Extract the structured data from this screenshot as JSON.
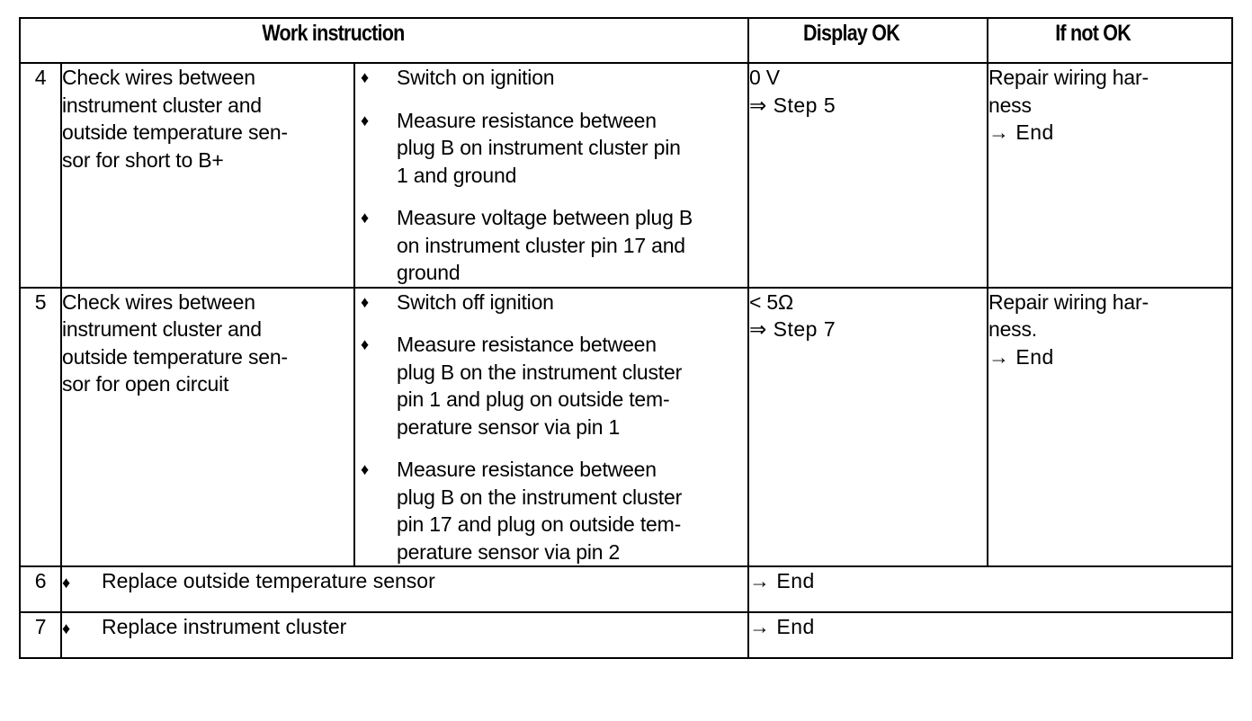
{
  "table": {
    "header": {
      "work_instruction": "Work instruction",
      "display_ok": "Display OK",
      "if_not_ok": "If not OK"
    },
    "rows": [
      {
        "step": "4",
        "task": [
          "Check wires between",
          "instrument cluster and",
          "outside temperature sen-",
          "sor for short to B+"
        ],
        "bullet_icon": "diamond-bullet",
        "actions": [
          [
            "Switch on ignition"
          ],
          [
            "Measure resistance between",
            "plug B on instrument cluster pin",
            "1 and ground"
          ],
          [
            "Measure voltage between plug B",
            "on instrument cluster pin 17 and",
            "ground"
          ]
        ],
        "display_ok": [
          "0 V",
          "⇒ Step 5"
        ],
        "if_not_ok": [
          "Repair wiring har-",
          "ness",
          "→ End"
        ]
      },
      {
        "step": "5",
        "task": [
          "Check wires between",
          "instrument cluster and",
          "outside temperature sen-",
          "sor for open circuit"
        ],
        "bullet_icon": "diamond-bullet",
        "actions": [
          [
            "Switch off ignition"
          ],
          [
            "Measure resistance between",
            "plug B on the instrument cluster",
            "pin 1 and plug on outside tem-",
            "perature sensor via pin 1"
          ],
          [
            "Measure resistance between",
            "plug B on the instrument cluster",
            "pin 17 and plug on outside tem-",
            "perature sensor via pin 2"
          ]
        ],
        "display_ok": [
          "< 5Ω",
          "⇒ Step 7"
        ],
        "if_not_ok": [
          "Repair wiring har-",
          "ness.",
          "→ End"
        ]
      }
    ],
    "final_rows": [
      {
        "step": "6",
        "bullet_icon": "diamond-bullet",
        "action": "Replace outside temperature sensor",
        "result": "→ End"
      },
      {
        "step": "7",
        "bullet_icon": "diamond-bullet",
        "action": "Replace instrument cluster",
        "result": "→ End"
      }
    ],
    "bullet_glyph": "♦"
  }
}
